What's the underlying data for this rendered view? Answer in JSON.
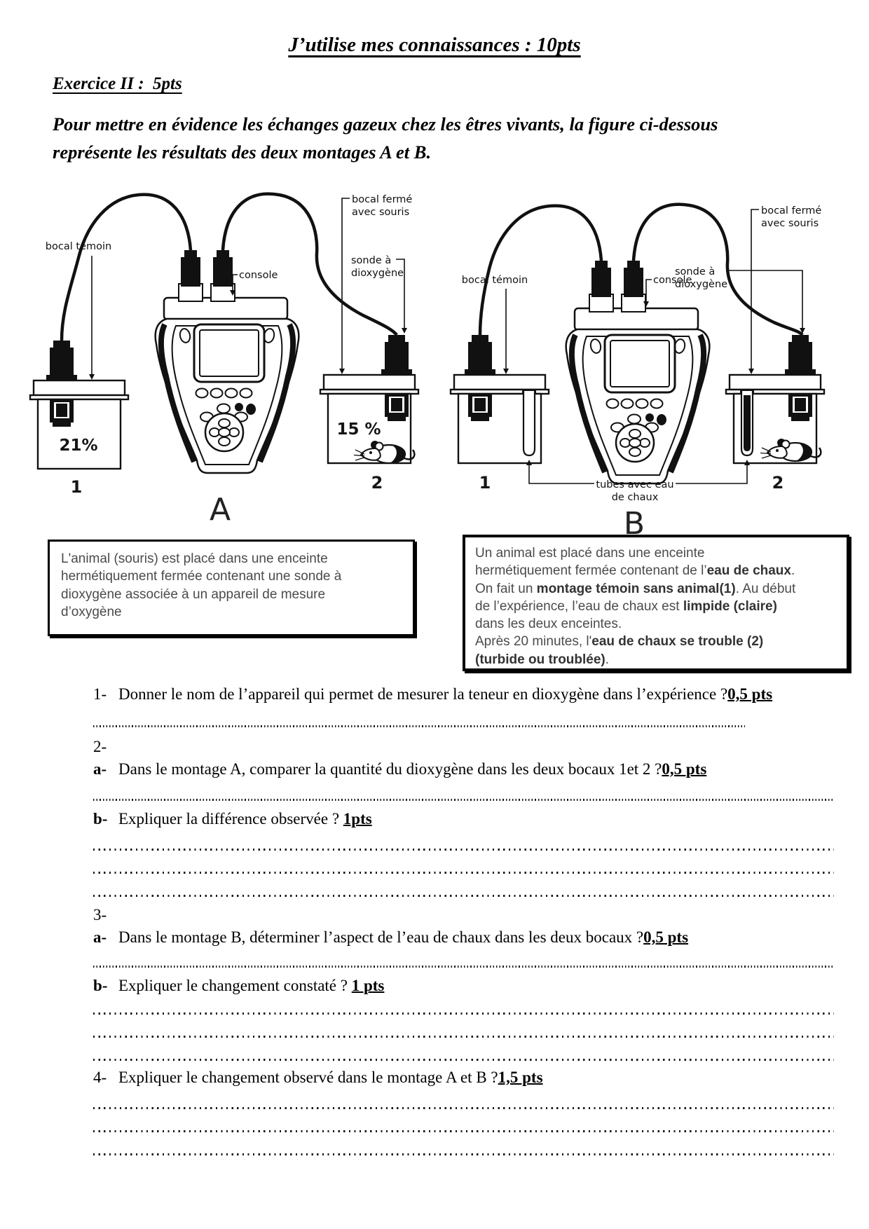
{
  "page": {
    "title": "J’utilise mes connaissances : 10pts"
  },
  "exercise": {
    "heading": "Exercice II :  5pts",
    "intro": "Pour mettre en évidence les échanges gazeux chez les êtres vivants, la figure ci-dessous\nreprésente les résultats des deux montages A et B."
  },
  "diagram": {
    "labels": {
      "bocal_temoin": "bocal témoin",
      "console": "console",
      "bocal_ferme_1": "bocal fermé",
      "bocal_ferme_2": "avec souris",
      "sonde_1": "sonde à",
      "sonde_2": "dioxygène",
      "tubes_1": "tubes avec eau",
      "tubes_2": "de chaux"
    },
    "montage_a": {
      "letter": "A",
      "jar1_num": "1",
      "jar2_num": "2",
      "jar1_o2": "21%",
      "jar2_o2": "15 %"
    },
    "montage_b": {
      "letter": "B",
      "jar1_num": "1",
      "jar2_num": "2"
    }
  },
  "boxes": {
    "a": {
      "text": "L'animal (souris) est placé dans une enceinte\nhermétiquement fermée contenant une sonde à\ndioxygène associée à un appareil de mesure\nd’oxygène"
    },
    "b": {
      "segments": [
        {
          "t": "Un animal est placé dans une enceinte\nhermétiquement fermée contenant de l’"
        },
        {
          "t": "eau de chaux",
          "b": 1
        },
        {
          "t": ".\nOn fait un "
        },
        {
          "t": "montage témoin sans animal(1)",
          "b": 1
        },
        {
          "t": ". Au début\nde l’expérience, l’eau de chaux est "
        },
        {
          "t": "limpide (claire)",
          "b": 1
        },
        {
          "t": "\ndans les deux enceintes.\nAprès 20 minutes, l'"
        },
        {
          "t": "eau de chaux se trouble (2)",
          "b": 1
        },
        {
          "t": "\n"
        },
        {
          "t": "(turbide ou troublée)",
          "b": 1
        },
        {
          "t": "."
        }
      ]
    }
  },
  "questions": {
    "q1": {
      "num": "1-",
      "text": "Donner le nom de l’appareil qui permet de mesurer la teneur en dioxygène dans l’expérience ?",
      "pts": "0,5 pts",
      "answer_lines": 1
    },
    "q2": {
      "num": "2-"
    },
    "q2a": {
      "num": "a-",
      "text": "Dans le montage A, comparer la quantité du dioxygène dans les deux bocaux 1et 2 ?",
      "pts": "0,5 pts",
      "answer_lines": 1
    },
    "q2b": {
      "num": "b-",
      "text": "Expliquer la différence observée ? ",
      "pts": "1pts",
      "answer_lines": 3
    },
    "q3": {
      "num": "3-"
    },
    "q3a": {
      "num": "a-",
      "text": "Dans le montage B, déterminer l’aspect de l’eau de chaux dans les deux bocaux ?",
      "pts": "0,5 pts",
      "answer_lines": 1
    },
    "q3b": {
      "num": "b-",
      "text": "Expliquer le changement constaté ? ",
      "pts": "1 pts",
      "answer_lines": 3
    },
    "q4": {
      "num": "4-",
      "text": "Expliquer le changement observé dans le montage A et B ?",
      "pts": "1,5 pts",
      "answer_lines": 3
    }
  }
}
